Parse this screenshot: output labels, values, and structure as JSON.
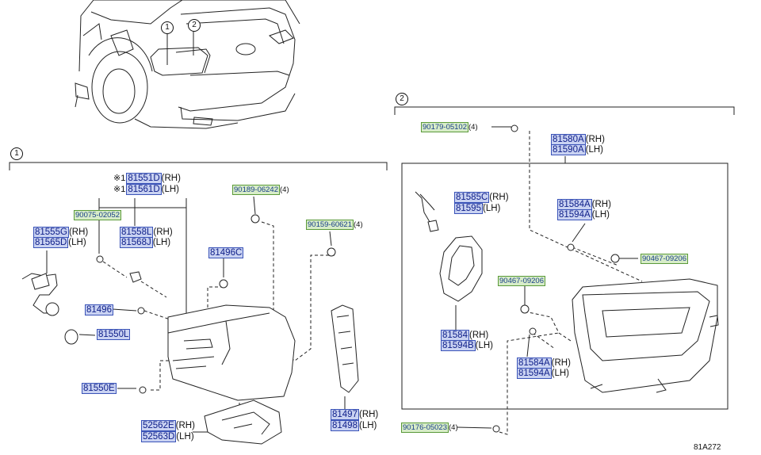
{
  "figure_code": "81A272",
  "markers": {
    "m1": "1",
    "m2": "2"
  },
  "parts": {
    "p81551D": {
      "prefix": "※1",
      "pn": "81551D",
      "suffix": "(RH)"
    },
    "p81561D": {
      "prefix": "※1",
      "pn": "81561D",
      "suffix": "(LH)"
    },
    "p90075": {
      "pn": "90075-02052",
      "suffix": ""
    },
    "p81558L": {
      "pn": "81558L",
      "suffix": "(RH)"
    },
    "p81568J": {
      "pn": "81568J",
      "suffix": "(LH)"
    },
    "p81555G": {
      "pn": "81555G",
      "suffix": "(RH)"
    },
    "p81565D": {
      "pn": "81565D",
      "suffix": "(LH)"
    },
    "p90189": {
      "pn": "90189-06242",
      "suffix": "(4)"
    },
    "p90159": {
      "pn": "90159-60621",
      "suffix": "(4)"
    },
    "p81496C": {
      "pn": "81496C",
      "suffix": ""
    },
    "p81496": {
      "pn": "81496",
      "suffix": ""
    },
    "p81550L": {
      "pn": "81550L",
      "suffix": ""
    },
    "p81550E": {
      "pn": "81550E",
      "suffix": ""
    },
    "p81497": {
      "pn": "81497",
      "suffix": "(RH)"
    },
    "p81498": {
      "pn": "81498",
      "suffix": "(LH)"
    },
    "p52562E": {
      "pn": "52562E",
      "suffix": "(RH)"
    },
    "p52563D": {
      "pn": "52563D",
      "suffix": "(LH)"
    },
    "p90179": {
      "pn": "90179-05102",
      "suffix": "(4)"
    },
    "p81580A": {
      "pn": "81580A",
      "suffix": "(RH)"
    },
    "p81590A": {
      "pn": "81590A",
      "suffix": "(LH)"
    },
    "p81585C": {
      "pn": "81585C",
      "suffix": "(RH)"
    },
    "p81595": {
      "pn": "81595",
      "suffix": "(LH)"
    },
    "p81584A_1": {
      "pn": "81584A",
      "suffix": "(RH)"
    },
    "p81594A_1": {
      "pn": "81594A",
      "suffix": "(LH)"
    },
    "p90467_1": {
      "pn": "90467-09206",
      "suffix": ""
    },
    "p90467_2": {
      "pn": "90467-09206",
      "suffix": ""
    },
    "p81584": {
      "pn": "81584",
      "suffix": "(RH)"
    },
    "p81594B": {
      "pn": "81594B",
      "suffix": "(LH)"
    },
    "p81584A_2": {
      "pn": "81584A",
      "suffix": "(RH)"
    },
    "p81594A_2": {
      "pn": "81594A",
      "suffix": "(LH)"
    },
    "p90176": {
      "pn": "90176-05023",
      "suffix": "(4)"
    }
  }
}
